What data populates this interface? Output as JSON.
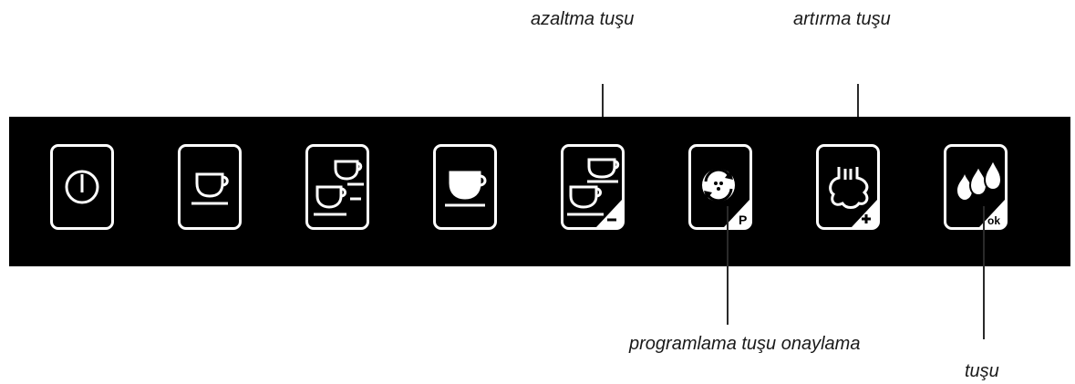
{
  "callouts": {
    "decrease": "azaltma tuşu",
    "increase": "artırma tuşu",
    "programming": "programlama tuşu onaylama",
    "confirm": "tuşu"
  },
  "keys": [
    {
      "id": "power",
      "icon": "power-icon"
    },
    {
      "id": "single-cup",
      "icon": "single-cup-icon"
    },
    {
      "id": "double-cup",
      "icon": "double-cup-icon"
    },
    {
      "id": "large-cup",
      "icon": "large-cup-icon"
    },
    {
      "id": "decrease",
      "icon": "decrease-cups-icon",
      "corner_symbol": "–"
    },
    {
      "id": "programming",
      "icon": "rinse-cycle-icon",
      "corner_symbol": "P"
    },
    {
      "id": "increase",
      "icon": "steam-nozzle-icon",
      "corner_symbol": "+"
    },
    {
      "id": "confirm",
      "icon": "water-drops-icon",
      "corner_symbol": "ok"
    }
  ],
  "colors": {
    "panel": "#000000",
    "icon": "#ffffff",
    "label": "#1a1a1a"
  }
}
